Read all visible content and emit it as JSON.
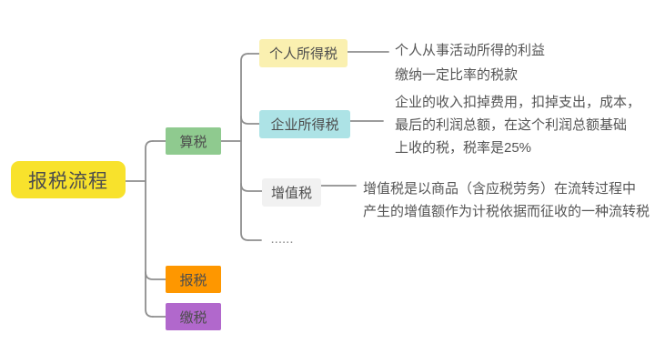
{
  "mindmap": {
    "root": {
      "label": "报税流程",
      "color": "#F8E22C"
    },
    "level1": [
      {
        "key": "calc-tax",
        "label": "算税",
        "color": "#8FCA8F"
      },
      {
        "key": "file-tax",
        "label": "报税",
        "color": "#FE9700"
      },
      {
        "key": "pay-tax",
        "label": "缴税",
        "color": "#B168CC"
      }
    ],
    "level2": [
      {
        "key": "personal-income-tax",
        "label": "个人所得税",
        "color": "#FAF0B0"
      },
      {
        "key": "corporate-income-tax",
        "label": "企业所得税",
        "color": "#ADE3E6"
      },
      {
        "key": "value-added-tax",
        "label": "增值税",
        "color": "#F1F1F1"
      },
      {
        "key": "more-ellipsis",
        "label": "......",
        "color": "none"
      }
    ],
    "notes": {
      "personal": {
        "lines": [
          "个人从事活动所得的利益",
          "缴纳一定比率的税款"
        ]
      },
      "corporate": {
        "lines": [
          "企业的收入扣掉费用，扣掉支出，成本，",
          "最后的利润总额，在这个利润总额基础",
          "上收的税，税率是25%"
        ]
      },
      "vat": {
        "lines": [
          "增值税是以商品（含应税劳务）在流转过程中",
          "产生的增值额作为计税依据而征收的一种流转税"
        ]
      }
    }
  },
  "colors": {
    "background": "#FFFFFF",
    "connector": "#8E8E8E",
    "node_text": "#4D4D4D",
    "note_text": "#555555"
  }
}
